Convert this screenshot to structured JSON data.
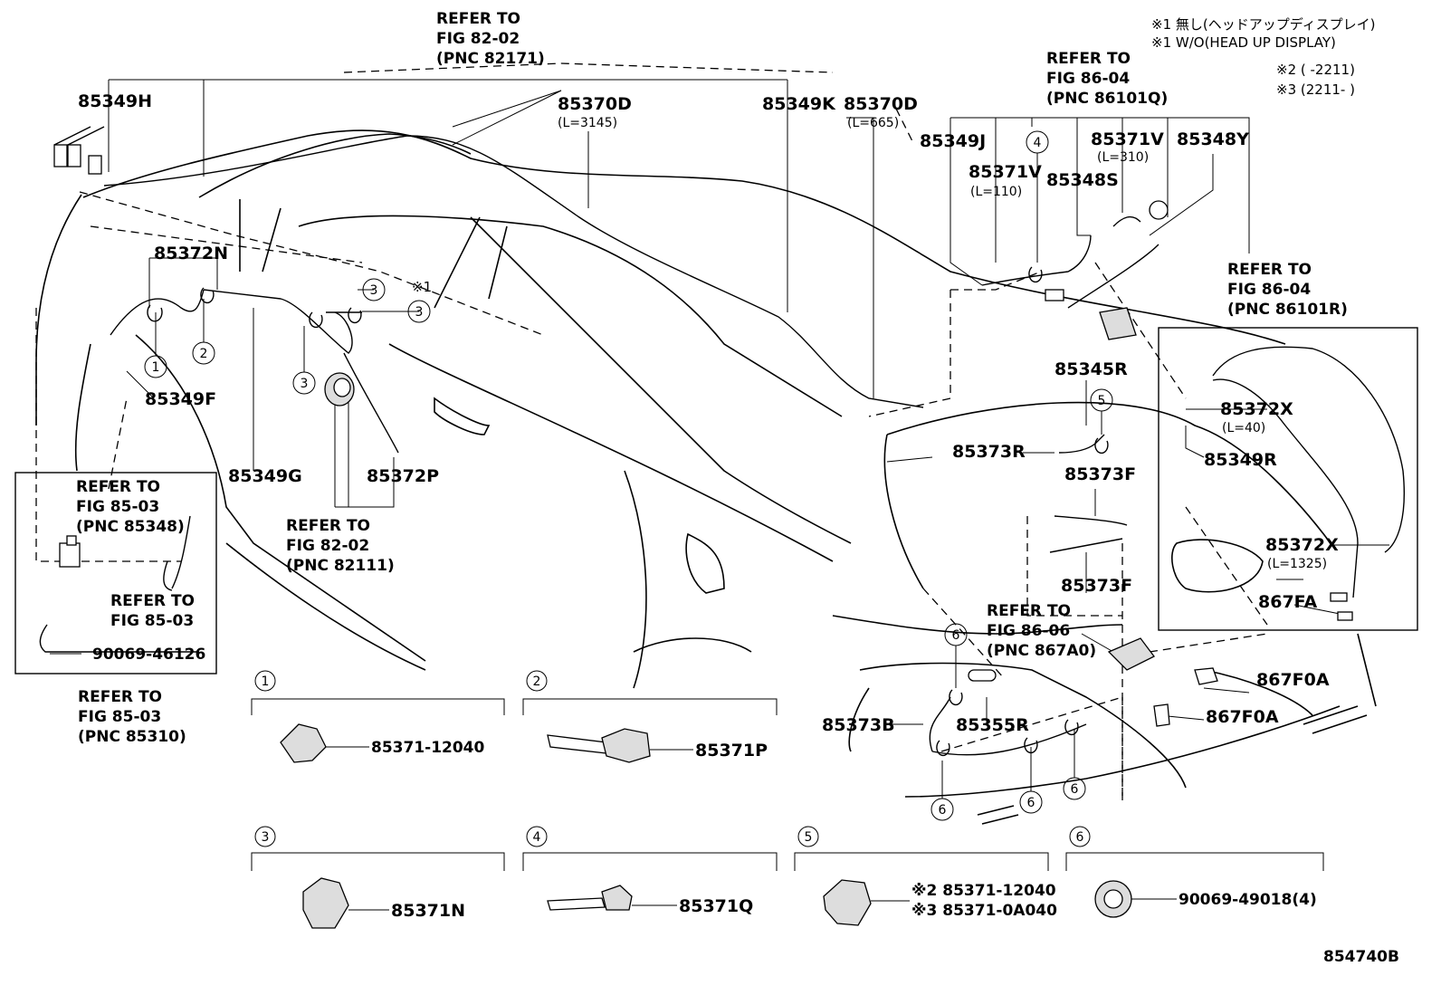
{
  "notes": {
    "n1_jp": "※1 無し(ヘッドアップディスプレイ)",
    "n1_en": "※1 W/O(HEAD UP DISPLAY)",
    "n2": "※2 (     -2211)",
    "n3": "※3 (2211-     )",
    "x1_marker": "※1"
  },
  "refs": {
    "top": [
      "REFER TO",
      "FIG 82-02",
      "(PNC 82171)"
    ],
    "fig8604a": [
      "REFER TO",
      "FIG 86-04",
      "(PNC 86101Q)"
    ],
    "fig8604b": [
      "REFER TO",
      "FIG 86-04",
      "(PNC 86101R)"
    ],
    "fig8202b": [
      "REFER TO",
      "FIG 82-02",
      "(PNC 82111)"
    ],
    "fig8503a": [
      "REFER TO",
      "FIG 85-03",
      "(PNC 85348)"
    ],
    "fig8503b": [
      "REFER TO",
      "FIG 85-03"
    ],
    "fig8503c": [
      "REFER TO",
      "FIG 85-03",
      "(PNC 85310)"
    ],
    "fig8606": [
      "REFER TO",
      "FIG 86-06",
      "(PNC 867A0)"
    ]
  },
  "labels": {
    "p85349H": "85349H",
    "p85370D_a": "85370D",
    "p85370D_a_len": "(L=3145)",
    "p85349K": "85349K",
    "p85370D_b": "85370D",
    "p85370D_b_len": "(L=665)",
    "p85349J": "85349J",
    "p85371V_a": "85371V",
    "p85371V_a_len": "(L=110)",
    "p85348S": "85348S",
    "p85371V_b": "85371V",
    "p85371V_b_len": "(L=310)",
    "p85348Y": "85348Y",
    "p85372N": "85372N",
    "p85349F": "85349F",
    "p85349G": "85349G",
    "p85372P": "85372P",
    "p85345R": "85345R",
    "p85372X_a": "85372X",
    "p85372X_a_len": "(L=40)",
    "p85349R": "85349R",
    "p85373R": "85373R",
    "p85373F_a": "85373F",
    "p85373F_b": "85373F",
    "p85372X_b": "85372X",
    "p85372X_b_len": "(L=1325)",
    "p867FA": "867FA",
    "p867F0A_a": "867F0A",
    "p867F0A_b": "867F0A",
    "p85373B": "85373B",
    "p85355R": "85355R",
    "p90069_46126": "90069-46126"
  },
  "callouts": [
    "1",
    "2",
    "3",
    "3",
    "3",
    "4",
    "5",
    "6",
    "6",
    "6",
    "6"
  ],
  "detail_boxes": [
    {
      "num": "1",
      "part": "85371-12040"
    },
    {
      "num": "2",
      "part": "85371P"
    },
    {
      "num": "3",
      "part": "85371N"
    },
    {
      "num": "4",
      "part": "85371Q"
    },
    {
      "num": "5",
      "part_a": "※2 85371-12040",
      "part_b": "※3 85371-0A040"
    },
    {
      "num": "6",
      "part": "90069-49018(4)"
    }
  ],
  "figure_id": "854740B"
}
